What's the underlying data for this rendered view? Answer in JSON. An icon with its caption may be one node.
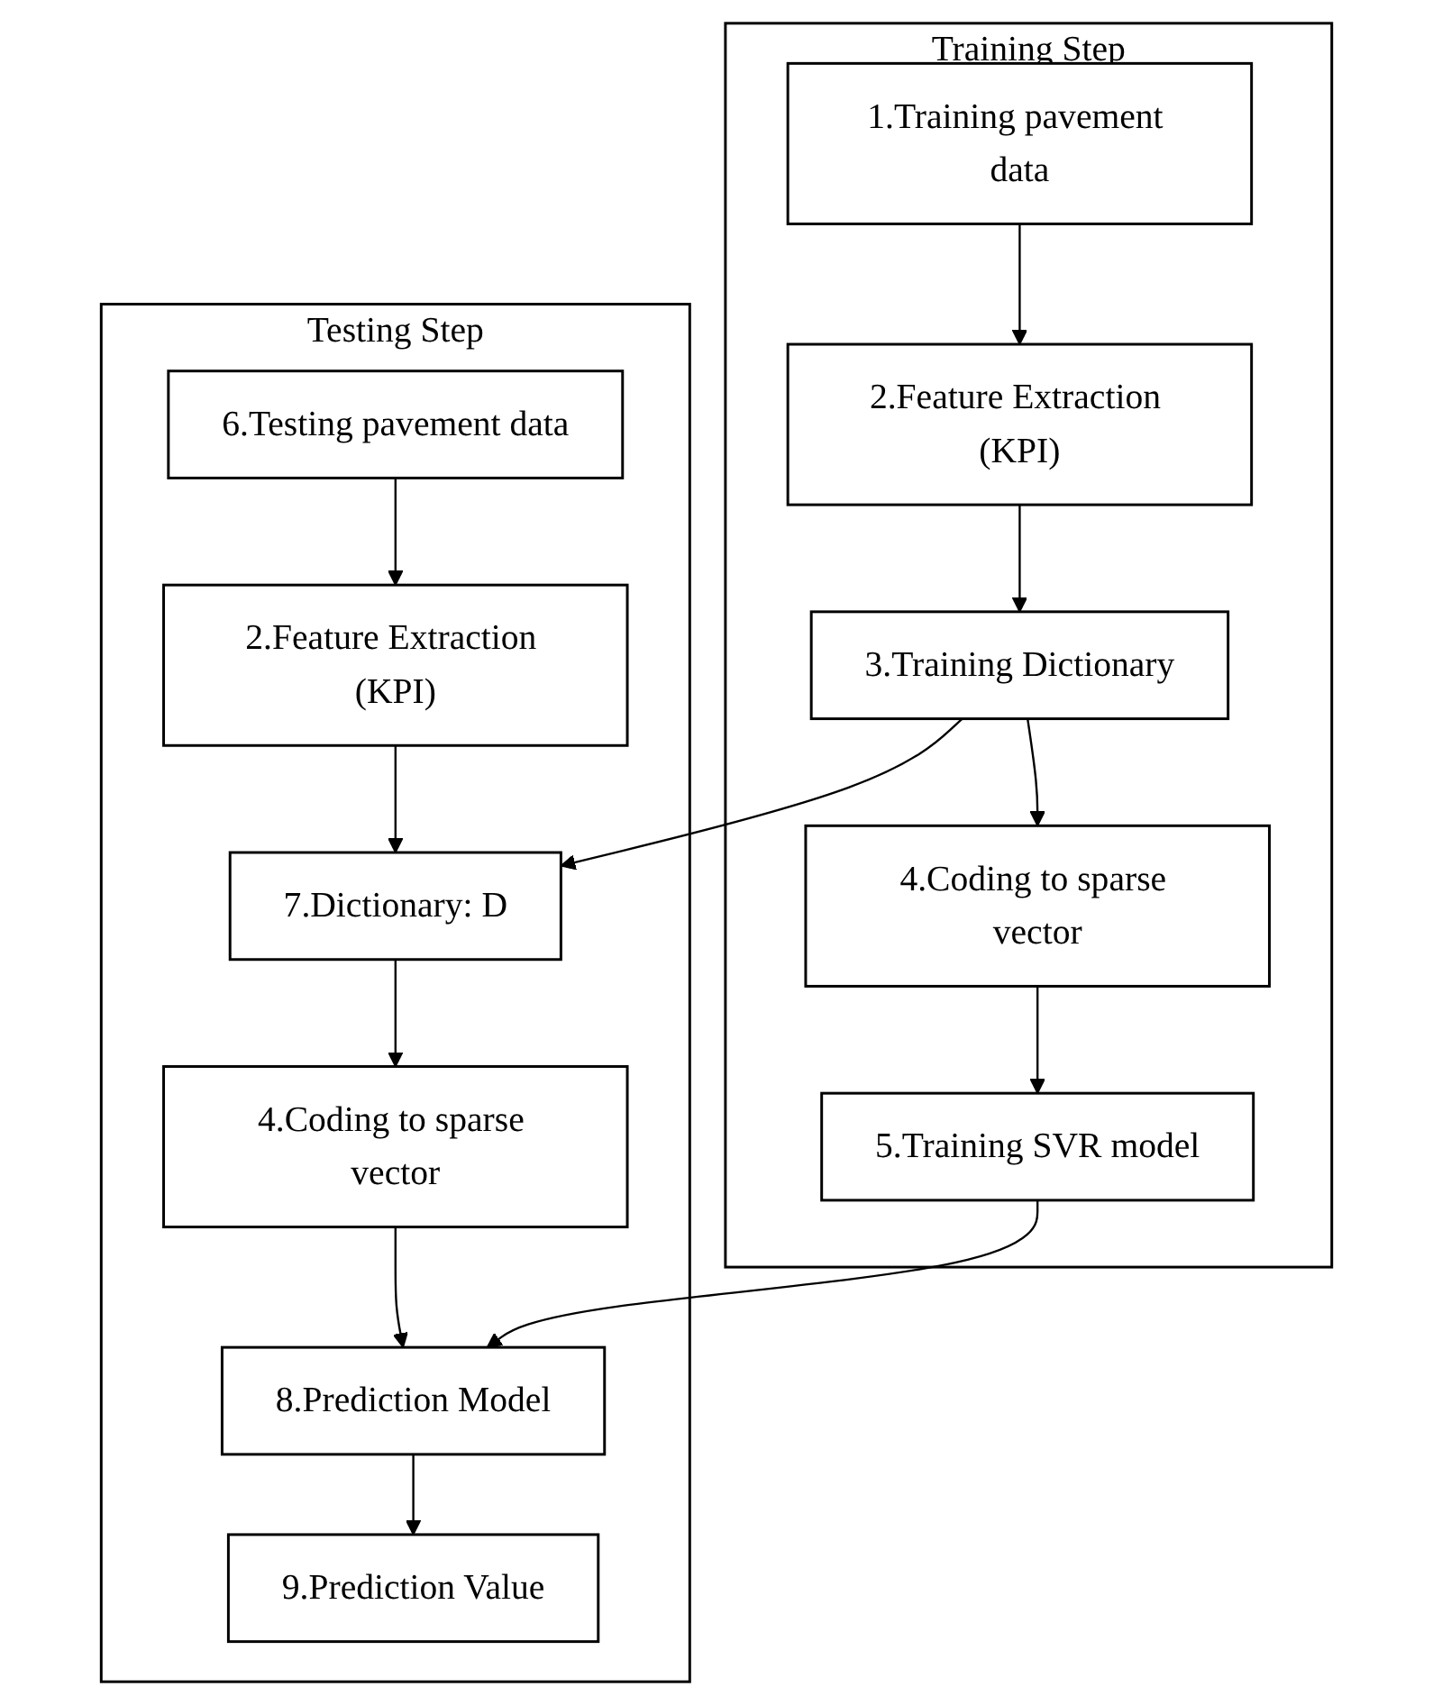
{
  "diagram": {
    "nodes": [
      {
        "text": [
          "Training Step"
        ]
      },
      {
        "text": [
          "1.Training pavement data"
        ],
        "in": 0
      },
      {
        "text": [
          "2.Feature Extraction (KPI)"
        ],
        "in": 0
      },
      {
        "text": [
          "3.Training Dictionary"
        ],
        "in": 0
      },
      {
        "text": [
          "4.Coding to sparse vector"
        ],
        "in": 0
      },
      {
        "text": [
          "5.Training SVR model"
        ],
        "in": 0
      },
      {
        "text": [
          "Testing Step"
        ]
      },
      {
        "text": [
          "6.Testing pavement data"
        ],
        "in": 6
      },
      {
        "text": [
          "2.Feature Extraction (KPI)"
        ],
        "in": 6
      },
      {
        "text": [
          "7.Dictionary: D"
        ],
        "in": 6
      },
      {
        "text": [
          "4.Coding to sparse vector"
        ],
        "in": 6
      },
      {
        "text": [
          "8.Prediction Model"
        ],
        "in": 6
      },
      {
        "text": [
          "9.Prediction Value"
        ],
        "in": 6
      }
    ],
    "edges": [
      {
        "from": 1,
        "to": 2,
        "arrow": "to"
      },
      {
        "from": 2,
        "to": 3,
        "arrow": "to"
      },
      {
        "from": 3,
        "to": 4,
        "arrow": "to"
      },
      {
        "from": 4,
        "to": 5,
        "arrow": "to"
      },
      {
        "from": 7,
        "to": 8,
        "arrow": "to"
      },
      {
        "from": 8,
        "to": 9,
        "arrow": "to"
      },
      {
        "from": 9,
        "to": 10,
        "arrow": "to"
      },
      {
        "from": 10,
        "to": 11,
        "arrow": "to"
      },
      {
        "from": 11,
        "to": 12,
        "arrow": "to"
      },
      {
        "from": 3,
        "to": 9,
        "arrow": "to"
      },
      {
        "from": 5,
        "to": 11,
        "arrow": "to"
      }
    ]
  }
}
